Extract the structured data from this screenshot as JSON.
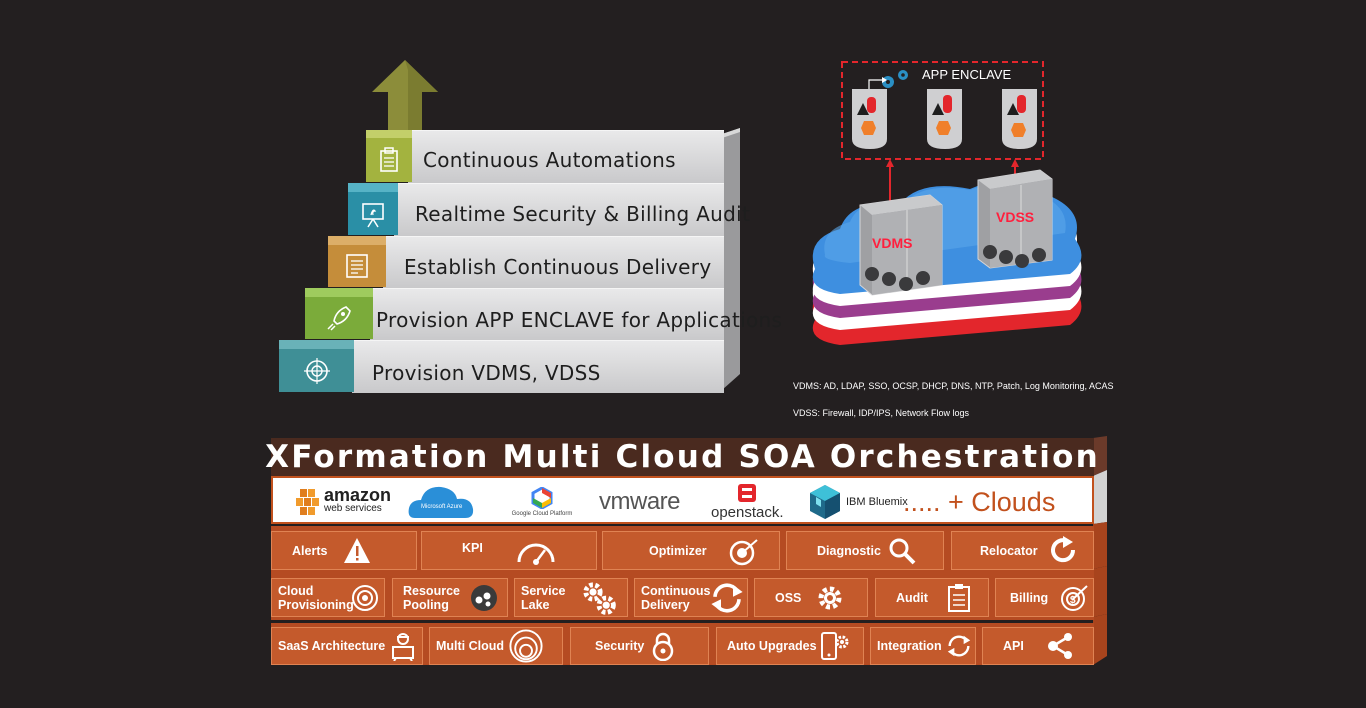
{
  "staircase": {
    "steps": [
      {
        "label": "Continuous Automations",
        "icon": "clipboard-icon",
        "color": "#a3b33f"
      },
      {
        "label": "Realtime Security & Billing Audit",
        "icon": "presentation-board-icon",
        "color": "#2a8fa6"
      },
      {
        "label": "Establish Continuous Delivery",
        "icon": "document-icon",
        "color": "#c58d3a"
      },
      {
        "label": "Provision APP ENCLAVE for Applications",
        "icon": "rocket-icon",
        "color": "#7bab3a"
      },
      {
        "label": "Provision VDMS, VDSS",
        "icon": "target-icon",
        "color": "#3f8f96"
      }
    ],
    "arrow_color": "#8c8d3a"
  },
  "cloud": {
    "enclave_label": "APP ENCLAVE",
    "vdms_label": "VDMS",
    "vdss_label": "VDSS",
    "vdms_note": "VDMS: AD, LDAP, SSO, OCSP, DHCP, DNS, NTP, Patch, Log Monitoring, ACAS",
    "vdss_note": "VDSS: Firewall, IDP/IPS, Network Flow logs"
  },
  "platform": {
    "title": "XFormation Multi Cloud SOA Orchestration",
    "logos": {
      "aws_top": "amazon",
      "aws_bottom": "web services",
      "azure": "Microsoft Azure",
      "gcp": "Google Cloud Platform",
      "vmware": "vmware",
      "openstack": "openstack.",
      "ibm": "IBM Bluemix",
      "more": "..... + Clouds"
    },
    "row1": [
      {
        "label": "Alerts",
        "icon": "warning-icon"
      },
      {
        "label": "KPI",
        "icon": "gauge-icon"
      },
      {
        "label": "Optimizer",
        "icon": "optimizer-target-icon"
      },
      {
        "label": "Diagnostic",
        "icon": "magnifier-icon"
      },
      {
        "label": "Relocator",
        "icon": "refresh-arrow-icon"
      }
    ],
    "row2": [
      {
        "label1": "Cloud",
        "label2": "Provisioning",
        "icon": "target-icon"
      },
      {
        "label1": "Resource",
        "label2": "Pooling",
        "icon": "pool-icon"
      },
      {
        "label1": "Service",
        "label2": "Lake",
        "icon": "gears-icon"
      },
      {
        "label1": "Continuous",
        "label2": "Delivery",
        "icon": "cycle-arrows-icon"
      },
      {
        "label1": "OSS",
        "label2": "",
        "icon": "gear-icon"
      },
      {
        "label1": "Audit",
        "label2": "",
        "icon": "checklist-icon"
      },
      {
        "label1": "Billing",
        "label2": "",
        "icon": "billing-target-icon"
      }
    ],
    "row3": [
      {
        "label": "SaaS Architecture",
        "icon": "architect-icon"
      },
      {
        "label": "Multi Cloud",
        "icon": "concentric-circles-icon"
      },
      {
        "label": "Security",
        "icon": "lock-icon"
      },
      {
        "label": "Auto Upgrades",
        "icon": "mobile-gear-icon"
      },
      {
        "label": "Integration",
        "icon": "sync-icon"
      },
      {
        "label": "API",
        "icon": "share-nodes-icon"
      }
    ]
  }
}
